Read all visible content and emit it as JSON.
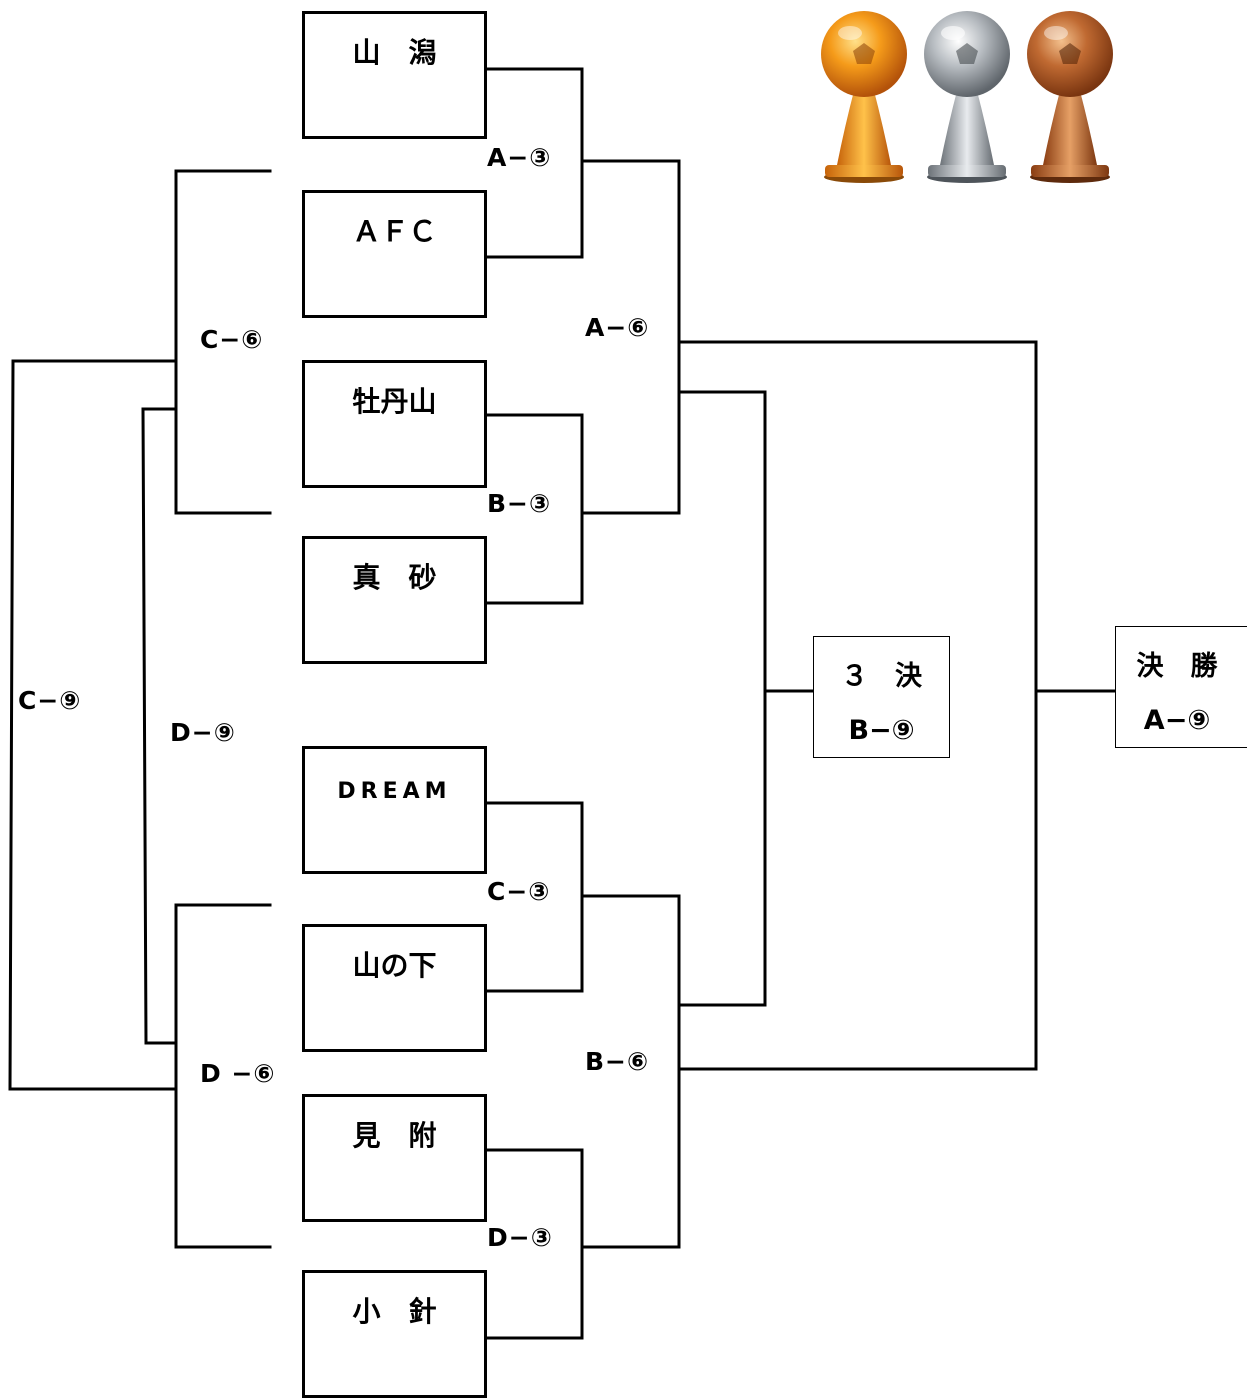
{
  "teams": [
    {
      "name": "山　潟"
    },
    {
      "name": "ＡＦＣ"
    },
    {
      "name": "牡丹山"
    },
    {
      "name": "真　砂"
    },
    {
      "name": "DREAM"
    },
    {
      "name": "山の下"
    },
    {
      "name": "見　附"
    },
    {
      "name": "小　針"
    }
  ],
  "matches": {
    "first_round": [
      "A−③",
      "B−③",
      "C−③",
      "D−③"
    ],
    "second_round": [
      "A−⑥",
      "B−⑥"
    ],
    "outer_left_sixth": [
      "C−⑥",
      "D −⑥"
    ],
    "outer_left_ninth": [
      "C−⑨",
      "D−⑨"
    ]
  },
  "third_place": {
    "title": "３　決",
    "match": "B−⑨"
  },
  "final": {
    "title": "決　勝",
    "match": "A−⑨"
  },
  "trophies": [
    {
      "kind": "gold",
      "color": "#f08a10"
    },
    {
      "kind": "silver",
      "color": "#9aa0a6"
    },
    {
      "kind": "bronze",
      "color": "#b5602a"
    }
  ]
}
